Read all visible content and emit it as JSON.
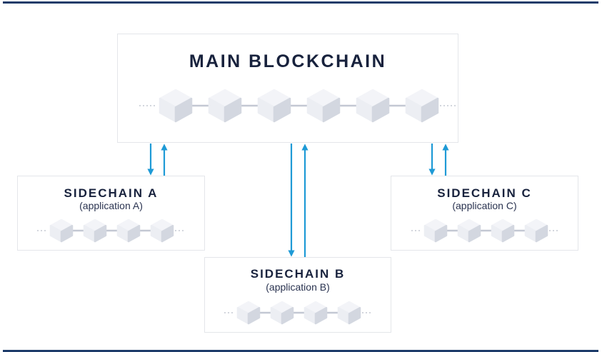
{
  "colors": {
    "rule": "#1d3c6a",
    "title_text": "#18223d",
    "arrow": "#1e9ad6",
    "box_border": "#e4e6ea",
    "block_light": "#eceef3",
    "block_dark": "#d3d7e0",
    "link": "#c3c8d3",
    "dots": "#b4b9c4"
  },
  "main": {
    "title": "MAIN BLOCKCHAIN",
    "block_count": 6
  },
  "sidechains": [
    {
      "id": "A",
      "title": "SIDECHAIN A",
      "subtitle": "(application A)",
      "block_count": 4
    },
    {
      "id": "B",
      "title": "SIDECHAIN B",
      "subtitle": "(application B)",
      "block_count": 4
    },
    {
      "id": "C",
      "title": "SIDECHAIN C",
      "subtitle": "(application C)",
      "block_count": 4
    }
  ],
  "connections": [
    {
      "from": "MAIN BLOCKCHAIN",
      "to": "SIDECHAIN A",
      "direction": "two-way"
    },
    {
      "from": "MAIN BLOCKCHAIN",
      "to": "SIDECHAIN B",
      "direction": "two-way"
    },
    {
      "from": "MAIN BLOCKCHAIN",
      "to": "SIDECHAIN C",
      "direction": "two-way"
    }
  ]
}
